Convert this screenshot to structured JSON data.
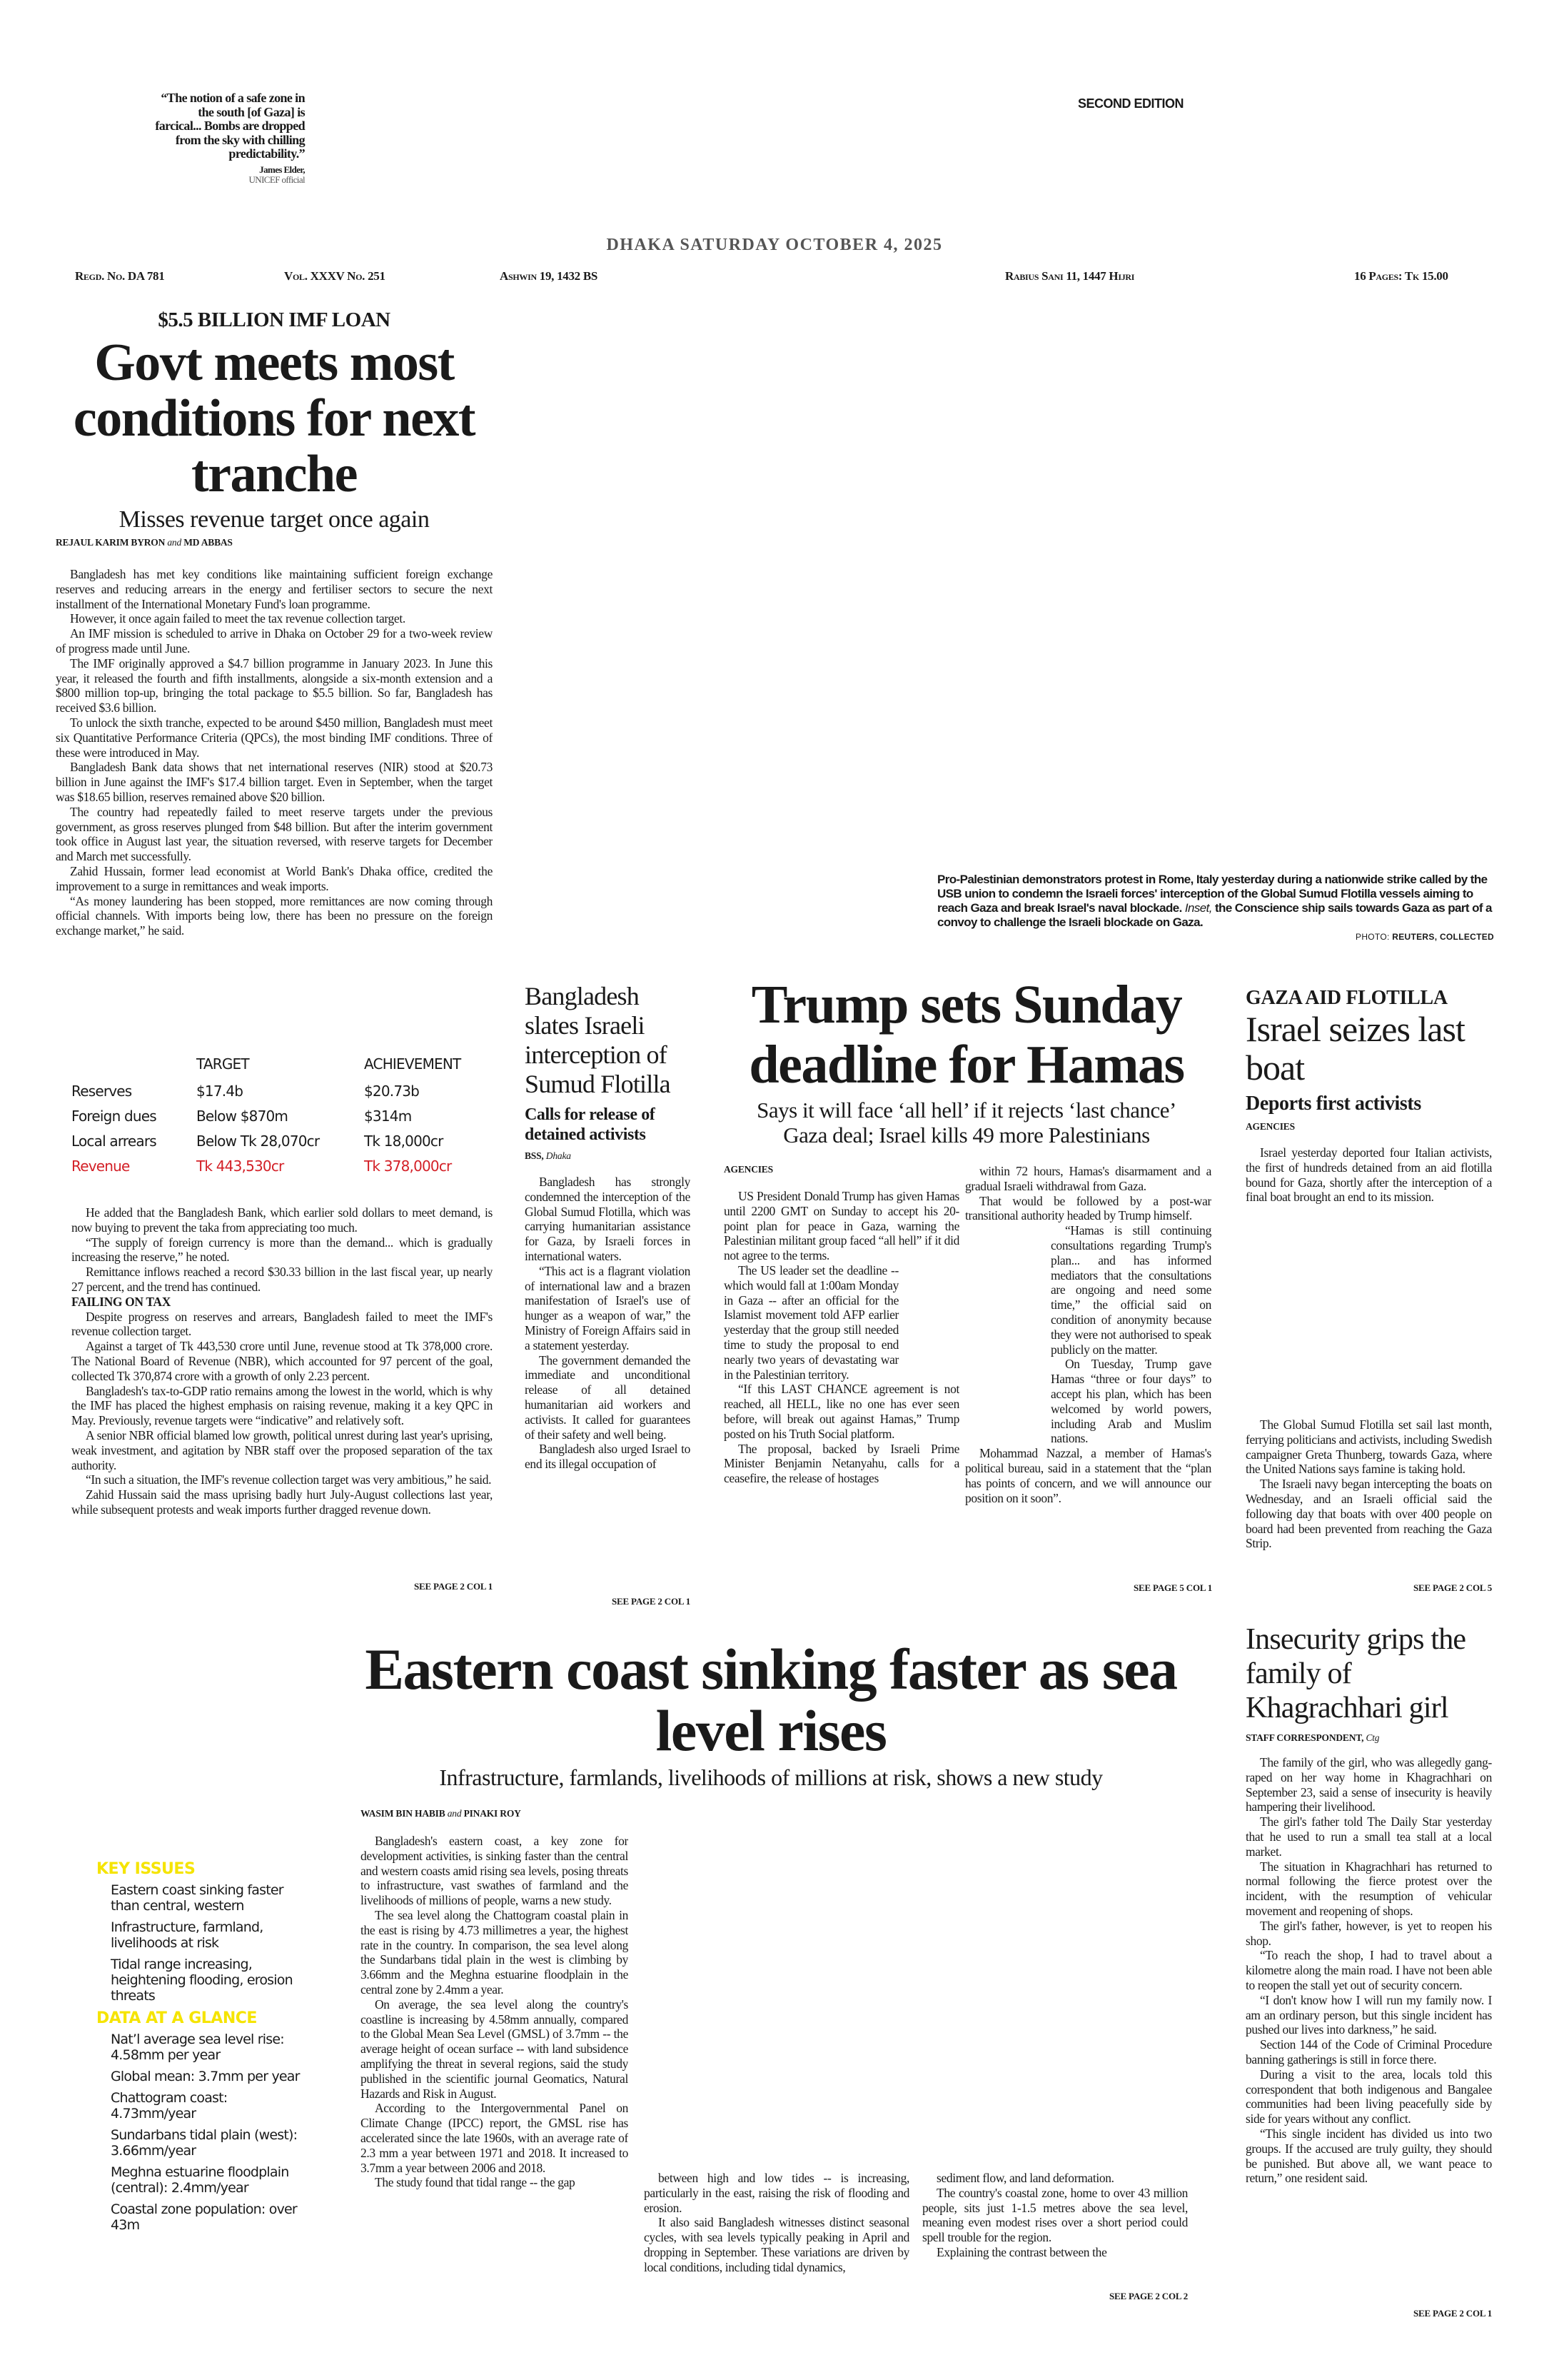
{
  "masthead": {
    "quote": "“The notion of a safe zone in the south [of Gaza] is farcical... Bombs are dropped from the sky with chilling predictability.”",
    "quote_author": "James Elder,",
    "quote_role": "UNICEF official",
    "edition": "SECOND EDITION",
    "dateline": "DHAKA SATURDAY OCTOBER 4, 2025",
    "regd": "Regd. No. DA 781",
    "vol": "Vol. XXXV No. 251",
    "bangla_date": "Ashwin 19, 1432 BS",
    "hijri_date": "Rabius Sani 11, 1447 Hijri",
    "pages_price": "16 Pages: Tk 15.00"
  },
  "imf": {
    "kicker": "$5.5 BILLION IMF LOAN",
    "headline": "Govt meets most conditions for next tranche",
    "dek": "Misses revenue target once again",
    "byline_a": "REJAUL KARIM BYRON",
    "byline_and": "and",
    "byline_b": "MD ABBAS",
    "body": [
      "Bangladesh has met key conditions like maintaining sufficient foreign exchange reserves and reducing arrears in the energy and fertiliser sectors to secure the next installment of the International Monetary Fund's loan programme.",
      "However, it once again failed to meet the tax revenue collection target.",
      "An IMF mission is scheduled to arrive in Dhaka on October 29 for a two-week review of progress made until June.",
      "The IMF originally approved a $4.7 billion programme in January 2023. In June this year, it released the fourth and fifth installments, alongside a six-month extension and a $800 million top-up, bringing the total package to $5.5 billion. So far, Bangladesh has received $3.6 billion.",
      "To unlock the sixth tranche, expected to be around $450 million, Bangladesh must meet six Quantitative Performance Criteria (QPCs), the most binding IMF conditions. Three of these were introduced in May.",
      "Bangladesh Bank data shows that net international reserves (NIR) stood at $20.73 billion in June against the IMF's $17.4 billion target. Even in September, when the target was $18.65 billion, reserves remained above $20 billion.",
      "The country had repeatedly failed to meet reserve targets under the previous government, as gross reserves plunged from $48 billion. But after the interim government took office in August last year, the situation reversed, with reserve targets for December and March met successfully.",
      "Zahid Hussain, former lead economist at World Bank's Dhaka office, credited the improvement to a surge in remittances and weak imports.",
      "“As money laundering has been stopped, more remittances are now coming through official channels. With imports being low, there has been no pressure on the foreign exchange market,” he said."
    ],
    "table": {
      "headers": [
        "",
        "TARGET",
        "ACHIEVEMENT"
      ],
      "rows": [
        [
          "Reserves",
          "$17.4b",
          "$20.73b"
        ],
        [
          "Foreign dues",
          "Below $870m",
          "$314m"
        ],
        [
          "Local arrears",
          "Below Tk 28,070cr",
          "Tk 18,000cr"
        ],
        [
          "Revenue",
          "Tk 443,530cr",
          "Tk 378,000cr"
        ]
      ],
      "highlight_color": "#d32027"
    },
    "body2": [
      "He added that the Bangladesh Bank, which earlier sold dollars to meet demand, is now buying to prevent the taka from appreciating too much.",
      "“The supply of foreign currency is more than the demand... which is gradually increasing the reserve,” he noted.",
      "Remittance inflows reached a record $30.33 billion in the last fiscal year, up nearly 27 percent, and the trend has continued."
    ],
    "subhead": "FAILING ON TAX",
    "body3": [
      "Despite progress on reserves and arrears, Bangladesh failed to meet the IMF's revenue collection target.",
      "Against a target of Tk 443,530 crore until June, revenue stood at Tk 378,000 crore. The National Board of Revenue (NBR), which accounted for 97 percent of the goal, collected Tk 370,874 crore with a growth of only 2.23 percent.",
      "Bangladesh's tax-to-GDP ratio remains among the lowest in the world, which is why the IMF has placed the highest emphasis on raising revenue, making it a key QPC in May. Previously, revenue targets were “indicative” and relatively soft.",
      "A senior NBR official blamed low growth, political unrest during last year's uprising, weak investment, and agitation by NBR staff over the proposed separation of the tax authority.",
      "“In such a situation, the IMF's revenue collection target was very ambitious,” he said.",
      "Zahid Hussain said the mass uprising badly hurt July-August collections last year, while subsequent protests and weak imports further dragged revenue down."
    ],
    "jump": "SEE PAGE 2 COL 1"
  },
  "photo": {
    "caption": "Pro-Palestinian demonstrators protest in Rome, Italy yesterday during a nationwide strike called by the USB union to condemn the Israeli forces' interception of the Global Sumud Flotilla vessels aiming to reach Gaza and break Israel's naval blockade.",
    "caption_inset": "Inset,",
    "caption_rest": "the Conscience ship sails towards Gaza as part of a convoy to challenge the Israeli blockade on Gaza.",
    "credit_label": "PHOTO:",
    "credit": "REUTERS, COLLECTED"
  },
  "slates": {
    "headline": "Bangladesh slates Israeli interception of Sumud Flotilla",
    "dek": "Calls for release of detained activists",
    "byline": "BSS,",
    "dateline": "Dhaka",
    "body": [
      "Bangladesh has strongly condemned the interception of the Global Sumud Flotilla, which was carrying humanitarian assistance for Gaza, by Israeli forces in international waters.",
      "“This act is a flagrant violation of international law and a brazen manifestation of Israel's use of hunger as a weapon of war,” the Ministry of Foreign Affairs said in a statement yesterday.",
      "The government demanded the immediate and unconditional release of all detained humanitarian aid workers and activists. It called for guarantees of their safety and well being.",
      "Bangladesh also urged Israel to end its illegal occupation of"
    ],
    "jump": "SEE PAGE 2 COL 1"
  },
  "trump": {
    "headline": "Trump sets Sunday deadline for Hamas",
    "dek": "Says it will face ‘all hell’ if it rejects ‘last chance’ Gaza deal; Israel kills 49 more Palestinians",
    "byline": "AGENCIES",
    "col1": [
      "US President Donald Trump has given Hamas until 2200 GMT on Sunday to accept his 20-point plan for peace in Gaza, warning the Palestinian militant group faced “all hell” if it did not agree to the terms.",
      "The US leader set the deadline -- which would fall at 1:00am Monday in Gaza -- after an official for the Islamist movement told AFP earlier yesterday that the group still needed time to study the proposal to end nearly two years of devastating war in the Palestinian territory.",
      "“If this LAST CHANCE agreement is not reached, all HELL, like no one has ever seen before, will break out against Hamas,” Trump posted on his Truth Social platform.",
      "The proposal, backed by Israeli Prime Minister Benjamin Netanyahu, calls for a ceasefire, the release of hostages"
    ],
    "col2": [
      "within 72 hours, Hamas's disarmament and a gradual Israeli withdrawal from Gaza.",
      "That would be followed by a post-war transitional authority headed by Trump himself.",
      "“Hamas is still continuing consultations regarding Trump's plan... and has informed mediators that the consultations are ongoing and need some time,” the official said on condition of anonymity because they were not authorised to speak publicly on the matter.",
      "On Tuesday, Trump gave Hamas “three or four days” to accept his plan, which has been welcomed by world powers, including Arab and Muslim nations.",
      "Mohammad Nazzal, a member of Hamas's political bureau, said in a statement that the “plan has points of concern, and we will announce our position on it soon”."
    ],
    "jump": "SEE PAGE 5 COL 1"
  },
  "gaza": {
    "kicker": "GAZA AID FLOTILLA",
    "headline": "Israel seizes last boat",
    "dek": "Deports first activists",
    "byline": "AGENCIES",
    "body1": [
      "Israel yesterday deported four Italian activists, the first of hundreds detained from an aid flotilla bound for Gaza, shortly after the interception of a final boat brought an end to its mission."
    ],
    "body2": [
      "The Global Sumud Flotilla set sail last month, ferrying politicians and activists, including Swedish campaigner Greta Thunberg, towards Gaza, where the United Nations says famine is taking hold.",
      "The Israeli navy began intercepting the boats on Wednesday, and an Israeli official said the following day that boats with over 400 people on board had been prevented from reaching the Gaza Strip."
    ],
    "jump": "SEE PAGE 2 COL 5"
  },
  "coast": {
    "headline": "Eastern coast sinking faster as sea level rises",
    "dek": "Infrastructure, farmlands, livelihoods of millions at risk, shows a new study",
    "byline_a": "WASIM BIN HABIB",
    "byline_and": "and",
    "byline_b": "PINAKI ROY",
    "key_issues_title": "KEY ISSUES",
    "key_issues": [
      "Eastern coast sinking faster than central, western",
      "Infrastructure, farmland, livelihoods at risk",
      "Tidal range increasing, heightening flooding, erosion threats"
    ],
    "data_title": "DATA AT A GLANCE",
    "data_items": [
      "Nat’l average sea level rise: 4.58mm per year",
      "Global mean: 3.7mm per year",
      "Chattogram coast: 4.73mm/year",
      "Sundarbans tidal plain (west): 3.66mm/year",
      "Meghna estuarine floodplain (central): 2.4mm/year",
      "Coastal zone population: over 43m"
    ],
    "sidebar_color": "#f5e400",
    "col1": [
      "Bangladesh's eastern coast, a key zone for development activities, is sinking faster than the central and western coasts amid rising sea levels, posing threats to infrastructure, vast swathes of farmland and the livelihoods of millions of people, warns a new study.",
      "The sea level along the Chattogram coastal plain in the east is rising by 4.73 millimetres a year, the highest rate in the country. In comparison, the sea level along the Sundarbans tidal plain in the west is climbing by 3.66mm and the Meghna estuarine floodplain in the central zone by 2.4mm a year.",
      "On average, the sea level along the country's coastline is increasing by 4.58mm annually, compared to the Global Mean Sea Level (GMSL) of 3.7mm -- the average height of ocean surface -- with land subsidence amplifying the threat in several regions, said the study published in the scientific journal Geomatics, Natural Hazards and Risk in August.",
      "According to the Intergovernmental Panel on Climate Change (IPCC) report, the GMSL rise has accelerated since the late 1960s, with an average rate of 2.3 mm a year between 1971 and 2018. It increased to 3.7mm a year between 2006 and 2018.",
      "The study found that tidal range -- the gap"
    ],
    "col2": [
      "between high and low tides -- is increasing, particularly in the east, raising the risk of flooding and erosion.",
      "It also said Bangladesh witnesses distinct seasonal cycles, with sea levels typically peaking in April and dropping in September. These variations are driven by local conditions, including tidal dynamics,"
    ],
    "col3": [
      "sediment flow, and land deformation.",
      "The country's coastal zone, home to over 43 million people, sits just 1-1.5 metres above the sea level, meaning even modest rises over a short period could spell trouble for the region.",
      "Explaining the contrast between the"
    ],
    "jump": "SEE PAGE 2 COL 2"
  },
  "khagra": {
    "headline": "Insecurity grips the family of Khagrachhari girl",
    "byline": "STAFF CORRESPONDENT,",
    "dateline": "Ctg",
    "body": [
      "The family of the girl, who was allegedly gang-raped on her way home in Khagrachhari on September 23, said a sense of insecurity is heavily hampering their livelihood.",
      "The girl's father told The Daily Star yesterday that he used to run a small tea stall at a local market.",
      "The situation in Khagrachhari has returned to normal following the fierce protest over the incident, with the resumption of vehicular movement and reopening of shops.",
      "The girl's father, however, is yet to reopen his shop.",
      "“To reach the shop, I had to travel about a kilometre along the main road. I have not been able to reopen the stall yet out of security concern.",
      "“I don't know how I will run my family now. I am an ordinary person, but this single incident has pushed our lives into darkness,” he said.",
      "Section 144 of the Code of Criminal Procedure banning gatherings is still in force there.",
      "During a visit to the area, locals told this correspondent that both indigenous and Bangalee communities had been living peacefully side by side for years without any conflict.",
      "“This single incident has divided us into two groups. If the accused are truly guilty, they should be punished. But above all, we want peace to return,” one resident said."
    ],
    "jump": "SEE PAGE 2 COL 1"
  }
}
